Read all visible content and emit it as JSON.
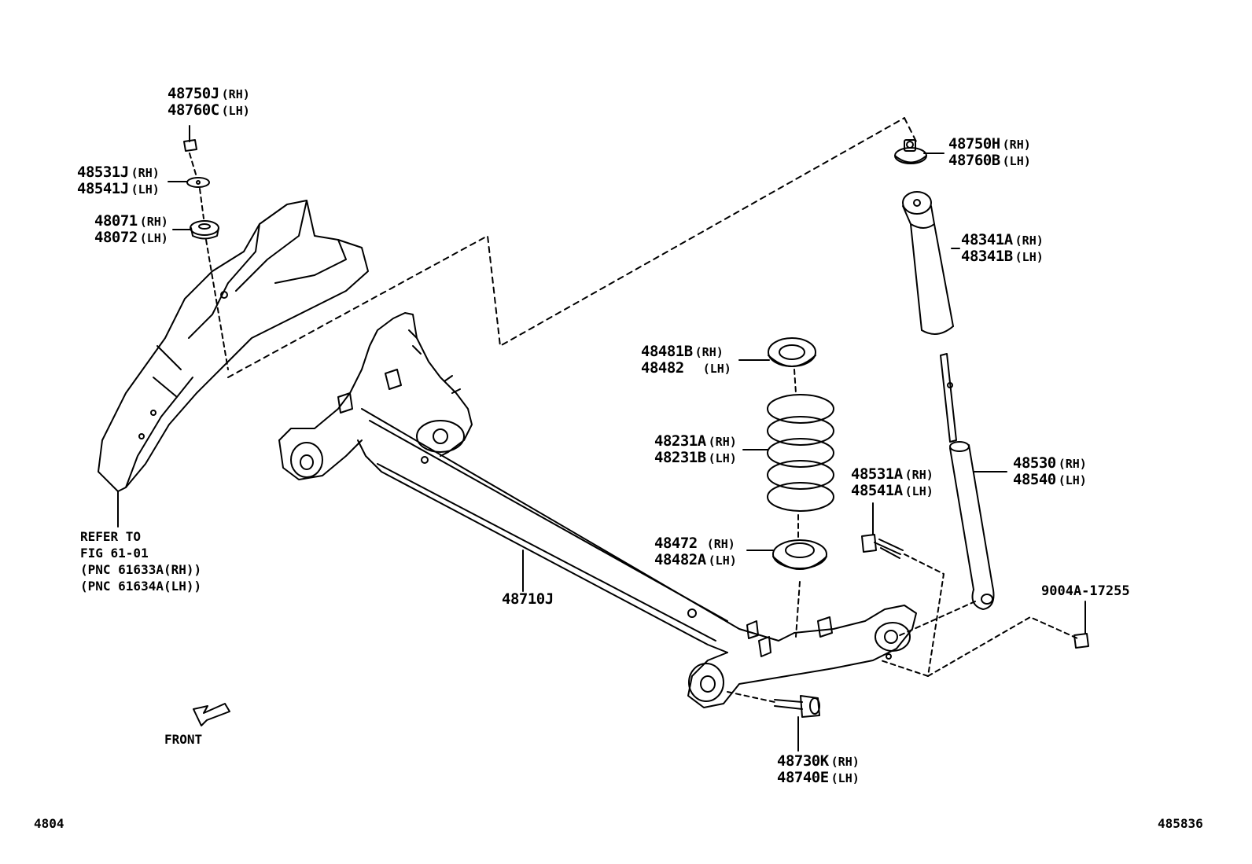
{
  "parts": {
    "p48750J": "48750J",
    "p48750J_side": "(RH)",
    "p48760C": "48760C",
    "p48760C_side": "(LH)",
    "p48531J": "48531J",
    "p48531J_side": "(RH)",
    "p48541J": "48541J",
    "p48541J_side": "(LH)",
    "p48071": "48071",
    "p48071_side": "(RH)",
    "p48072": "48072",
    "p48072_side": "(LH)",
    "p48750H": "48750H",
    "p48750H_side": "(RH)",
    "p48760B": "48760B",
    "p48760B_side": "(LH)",
    "p48341A": "48341A",
    "p48341A_side": "(RH)",
    "p48341B": "48341B",
    "p48341B_side": "(LH)",
    "p48481B": "48481B",
    "p48481B_side": "(RH)",
    "p48482": "48482",
    "p48482_side": "(LH)",
    "p48231A": "48231A",
    "p48231A_side": "(RH)",
    "p48231B": "48231B",
    "p48231B_side": "(LH)",
    "p48530": "48530",
    "p48530_side": "(RH)",
    "p48540": "48540",
    "p48540_side": "(LH)",
    "p48531A": "48531A",
    "p48531A_side": "(RH)",
    "p48541A": "48541A",
    "p48541A_side": "(LH)",
    "p48472": "48472",
    "p48472_side": "(RH)",
    "p48482A": "48482A",
    "p48482A_side": "(LH)",
    "p9004A": "9004A-17255",
    "p48710J": "48710J",
    "p48730K": "48730K",
    "p48730K_side": "(RH)",
    "p48740E": "48740E",
    "p48740E_side": "(LH)"
  },
  "refer": {
    "line1": "REFER TO",
    "line2": "FIG 61-01",
    "line3": "(PNC 61633A(RH))",
    "line4": "(PNC 61634A(LH))"
  },
  "front_label": "FRONT",
  "corner_left": "4804",
  "corner_right": "485836"
}
